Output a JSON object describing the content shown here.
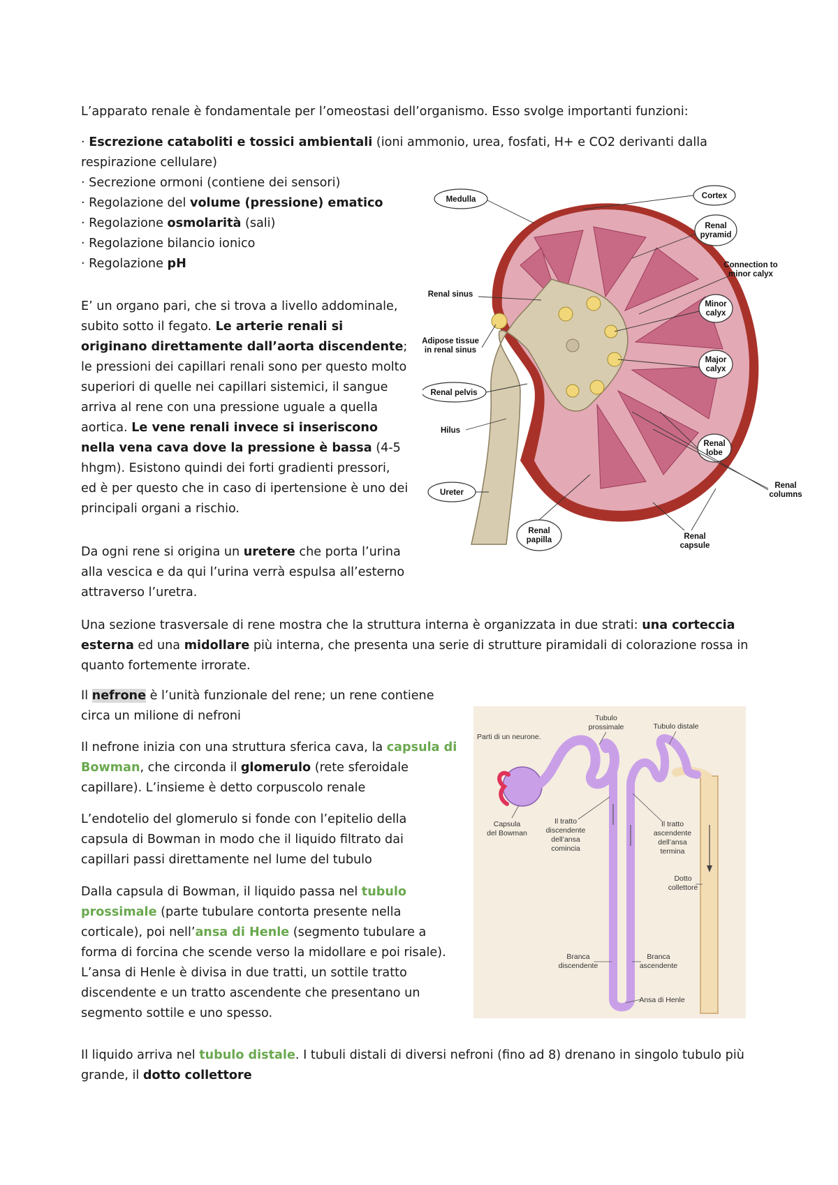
{
  "intro": "L’apparato renale è fondamentale per l’omeostasi dell’organismo. Esso svolge importanti funzioni:",
  "functions": [
    {
      "pre": "· ",
      "bold": "Escrezione cataboliti e tossici ambientali",
      "post": " (ioni ammonio, urea, fosfati, H+ e CO2 derivanti dalla respirazione cellulare)"
    },
    {
      "pre": "· Secrezione ormoni (contiene dei sensori)",
      "bold": "",
      "post": ""
    },
    {
      "pre": "· Regolazione del ",
      "bold": "volume (pressione) ematico",
      "post": ""
    },
    {
      "pre": "· Regolazione ",
      "bold": "osmolarità",
      "post": " (sali)"
    },
    {
      "pre": "· Regolazione bilancio ionico",
      "bold": "",
      "post": ""
    },
    {
      "pre": "· Regolazione ",
      "bold": "pH",
      "post": ""
    }
  ],
  "organ": {
    "p1": "E’ un organo pari, che si trova a livello addominale, subito sotto il fegato. ",
    "b1": "Le arterie renali si originano direttamente dall’aorta discendente",
    "p2": "; le pressioni dei capillari renali sono per questo molto superiori di quelle nei capillari sistemici, il sangue arriva al rene con una pressione uguale a quella aortica. ",
    "b2": "Le vene renali invece si inseriscono nella vena cava dove la pressione è bassa",
    "p3": " (4-5 hhgm). Esistono quindi dei forti gradienti pressori, ed è per questo che in caso di ipertensione è uno dei principali organi a rischio."
  },
  "ureter": {
    "p1": "Da ogni rene si origina un ",
    "b1": "uretere",
    "p2": " che porta l’urina alla vescica e da qui l’urina verrà espulsa all’esterno attraverso l’uretra."
  },
  "section": {
    "p1": "Una sezione trasversale di rene mostra che la struttura interna è organizzata in due strati: ",
    "b1": "una corteccia esterna",
    "p2": " ed una ",
    "b2": "midollare",
    "p3": " più interna, che presenta una serie di strutture piramidali di colorazione rossa in quanto fortemente irrorate."
  },
  "nephron": {
    "p1": "Il ",
    "hl": "nefrone",
    "p2": " è l’unità funzionale del rene; un rene contiene circa un milione di nefroni"
  },
  "bowman": {
    "p1": "Il nefrone inizia con una struttura sferica cava, la ",
    "g1": "capsula di Bowman",
    "p2": ", che circonda il ",
    "b1": "glomerulo",
    "p3": " (rete sferoidale capillare). L’insieme è detto corpuscolo renale"
  },
  "endo": "L’endotelio del glomerulo si fonde con l’epitelio della capsula di Bowman in modo che il liquido filtrato dai capillari passi direttamente nel lume del tubulo",
  "flow": {
    "p1": "Dalla capsula di Bowman, il liquido passa nel ",
    "g1": "tubulo prossimale",
    "p2": " (parte tubulare contorta presente nella corticale), poi nell’",
    "g2": "ansa di Henle",
    "p3": " (segmento tubulare a forma di forcina che scende verso la midollare e poi risale). L’ansa di Henle è divisa in due tratti, un sottile tratto discendente e un tratto ascendente che presentano un segmento sottile e uno spesso."
  },
  "distal": {
    "p1": "Il liquido arriva nel ",
    "g1": "tubulo distale",
    "p2": ". I tubuli distali di diversi nefroni (fino ad 8) drenano in singolo tubulo più grande, il ",
    "b1": "dotto collettore"
  },
  "kidney_labels": {
    "medulla": "Medulla",
    "cortex": "Cortex",
    "renal_pyramid_1": "Renal",
    "renal_pyramid_2": "pyramid",
    "connection_1": "Connection to",
    "connection_2": "minor calyx",
    "renal_sinus": "Renal sinus",
    "minor_1": "Minor",
    "minor_2": "calyx",
    "adipose_1": "Adipose tissue",
    "adipose_2": "in renal sinus",
    "major_1": "Major",
    "major_2": "calyx",
    "renal_pelvis": "Renal pelvis",
    "hilus": "Hilus",
    "lobe_1": "Renal",
    "lobe_2": "lobe",
    "columns_1": "Renal",
    "columns_2": "columns",
    "ureter": "Ureter",
    "papilla_1": "Renal",
    "papilla_2": "papilla",
    "capsule_1": "Renal",
    "capsule_2": "capsule"
  },
  "nephron_labels": {
    "title": "Parti di un neurone.",
    "prox_1": "Tubulo",
    "prox_2": "prossimale",
    "distal": "Tubulo distale",
    "capsula_1": "Capsula",
    "capsula_2": "del Bowman",
    "desc_1": "Il tratto",
    "desc_2": "discendente",
    "desc_3": "dell’ansa",
    "desc_4": "comincia",
    "asc_1": "Il tratto",
    "asc_2": "ascendente",
    "asc_3": "dell’ansa",
    "asc_4": "termina",
    "dotto_1": "Dotto",
    "dotto_2": "collettore",
    "branca_d_1": "Branca",
    "branca_d_2": "discendente",
    "branca_a_1": "Branca",
    "branca_a_2": "ascendente",
    "henle": "Ansa di Henle"
  },
  "colors": {
    "green": "#6aa84f",
    "highlight": "#d9d9d9",
    "capsule": "#b3372b",
    "cortex": "#e8b6bf",
    "pelvis": "#d8ccb0",
    "nephron": "#c9a0e8",
    "collecting": "#f3ddb5"
  }
}
